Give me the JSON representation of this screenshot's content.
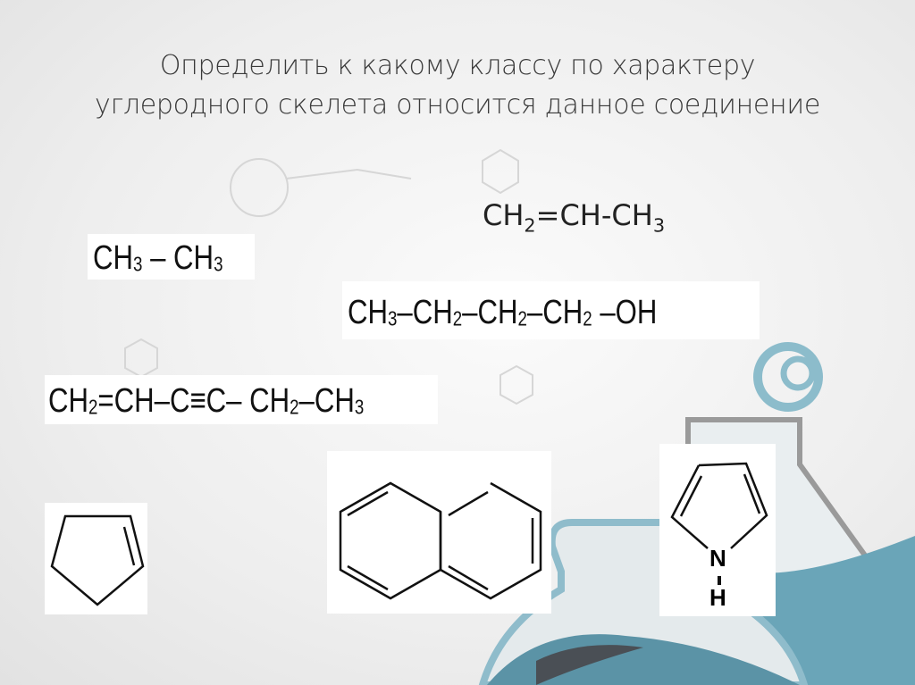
{
  "slide": {
    "title_line1": "Определить к какому классу по характеру",
    "title_line2": "углеродного скелета относится данное соединение",
    "accent_color": "#7fb3c2",
    "formulas": {
      "propene": {
        "a": "CH",
        "s1": "2",
        "b": "=CH-CH",
        "s2": "3"
      },
      "ethane": {
        "a": "CH",
        "s1": "3",
        "b": " – CH",
        "s2": "3"
      },
      "butanol": {
        "a": "CH",
        "s1": "3",
        "b": "–CH",
        "s2": "2",
        "c": "–CH",
        "s3": "2",
        "d": "–CH",
        "s4": "2",
        "e": " –OH"
      },
      "enyne": {
        "a": "CH",
        "s1": "2",
        "b": "=CH–C≡C– CH",
        "s2": "2",
        "c": "–CH",
        "s3": "3"
      }
    },
    "structures": {
      "cyclopentene": "cyclopentene-ring",
      "naphthalene": "naphthalene-rings",
      "pyrrole": {
        "n": "N",
        "h": "H"
      }
    }
  }
}
